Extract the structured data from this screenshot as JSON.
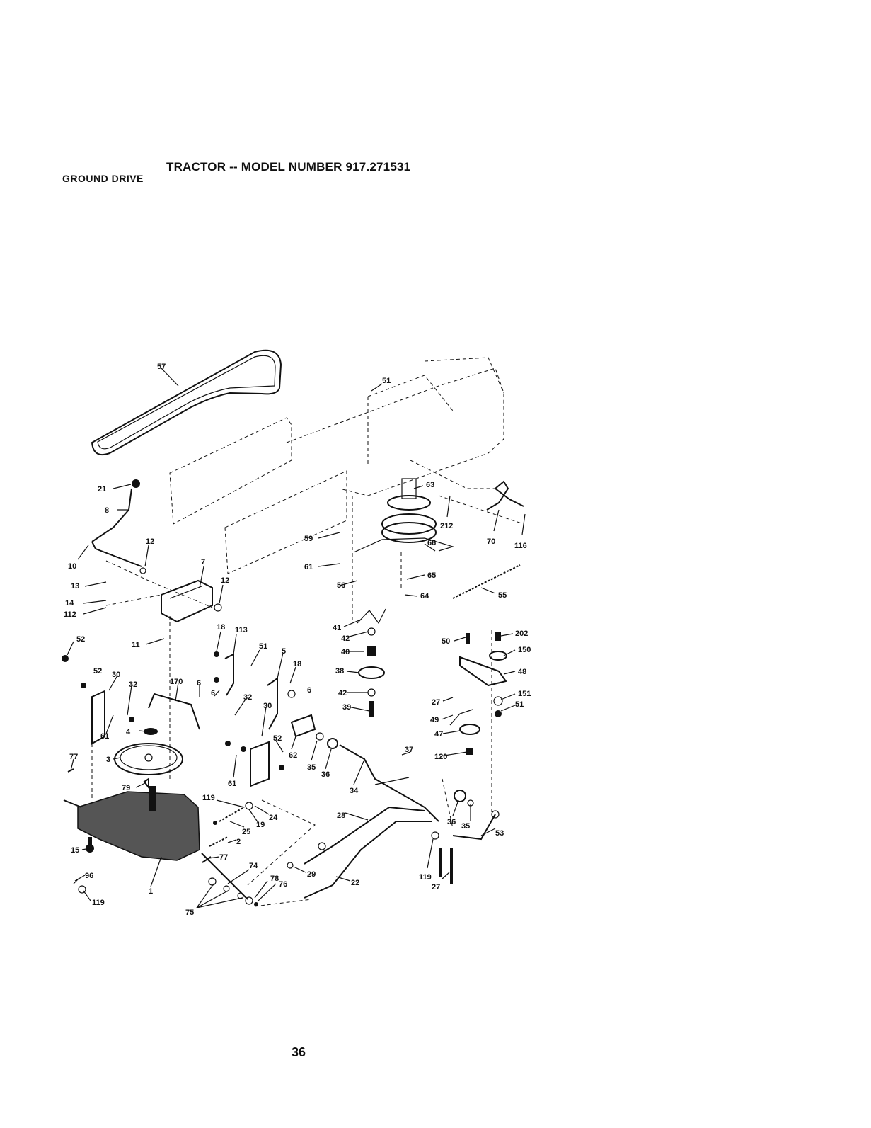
{
  "header": {
    "title": "TRACTOR -- MODEL NUMBER 917.271531",
    "subtitle": "GROUND DRIVE"
  },
  "footer": {
    "page_number": "36"
  },
  "callouts": [
    {
      "id": "c57",
      "label": "57"
    },
    {
      "id": "c51a",
      "label": "51"
    },
    {
      "id": "c21",
      "label": "21"
    },
    {
      "id": "c8",
      "label": "8"
    },
    {
      "id": "c63",
      "label": "63"
    },
    {
      "id": "c212",
      "label": "212"
    },
    {
      "id": "c70",
      "label": "70"
    },
    {
      "id": "c116",
      "label": "116"
    },
    {
      "id": "c12a",
      "label": "12"
    },
    {
      "id": "c7",
      "label": "7"
    },
    {
      "id": "c10",
      "label": "10"
    },
    {
      "id": "c59",
      "label": "59"
    },
    {
      "id": "c66",
      "label": "66"
    },
    {
      "id": "c61a",
      "label": "61"
    },
    {
      "id": "c65",
      "label": "65"
    },
    {
      "id": "c12b",
      "label": "12"
    },
    {
      "id": "c56",
      "label": "56"
    },
    {
      "id": "c64",
      "label": "64"
    },
    {
      "id": "c55",
      "label": "55"
    },
    {
      "id": "c13",
      "label": "13"
    },
    {
      "id": "c14",
      "label": "14"
    },
    {
      "id": "c112",
      "label": "112"
    },
    {
      "id": "c18a",
      "label": "18"
    },
    {
      "id": "c113",
      "label": "113"
    },
    {
      "id": "c41",
      "label": "41"
    },
    {
      "id": "c42a",
      "label": "42"
    },
    {
      "id": "c50",
      "label": "50"
    },
    {
      "id": "c202",
      "label": "202"
    },
    {
      "id": "c52a",
      "label": "52"
    },
    {
      "id": "c11",
      "label": "11"
    },
    {
      "id": "c51b",
      "label": "51"
    },
    {
      "id": "c40",
      "label": "40"
    },
    {
      "id": "c150",
      "label": "150"
    },
    {
      "id": "c5",
      "label": "5"
    },
    {
      "id": "c18b",
      "label": "18"
    },
    {
      "id": "c48",
      "label": "48"
    },
    {
      "id": "c52b",
      "label": "52"
    },
    {
      "id": "c30a",
      "label": "30"
    },
    {
      "id": "c38",
      "label": "38"
    },
    {
      "id": "c170",
      "label": "170"
    },
    {
      "id": "c6a",
      "label": "6"
    },
    {
      "id": "c32a",
      "label": "32"
    },
    {
      "id": "c6b",
      "label": "6"
    },
    {
      "id": "c6c",
      "label": "6"
    },
    {
      "id": "c42b",
      "label": "42"
    },
    {
      "id": "c151",
      "label": "151"
    },
    {
      "id": "c27a",
      "label": "27"
    },
    {
      "id": "c51c",
      "label": "51"
    },
    {
      "id": "c39",
      "label": "39"
    },
    {
      "id": "c49",
      "label": "49"
    },
    {
      "id": "c32b",
      "label": "32"
    },
    {
      "id": "c30b",
      "label": "30"
    },
    {
      "id": "c61b",
      "label": "61"
    },
    {
      "id": "c4",
      "label": "4"
    },
    {
      "id": "c47",
      "label": "47"
    },
    {
      "id": "c52c",
      "label": "52"
    },
    {
      "id": "c62",
      "label": "62"
    },
    {
      "id": "c3",
      "label": "3"
    },
    {
      "id": "c120",
      "label": "120"
    },
    {
      "id": "c35a",
      "label": "35"
    },
    {
      "id": "c36a",
      "label": "36"
    },
    {
      "id": "c77a",
      "label": "77"
    },
    {
      "id": "c37",
      "label": "37"
    },
    {
      "id": "c61c",
      "label": "61"
    },
    {
      "id": "c79",
      "label": "79"
    },
    {
      "id": "c34",
      "label": "34"
    },
    {
      "id": "c119a",
      "label": "119"
    },
    {
      "id": "c24",
      "label": "24"
    },
    {
      "id": "c19",
      "label": "19"
    },
    {
      "id": "c28",
      "label": "28"
    },
    {
      "id": "c25",
      "label": "25"
    },
    {
      "id": "c36b",
      "label": "36"
    },
    {
      "id": "c35b",
      "label": "35"
    },
    {
      "id": "c2",
      "label": "2"
    },
    {
      "id": "c15",
      "label": "15"
    },
    {
      "id": "c53",
      "label": "53"
    },
    {
      "id": "c77b",
      "label": "77"
    },
    {
      "id": "c74",
      "label": "74"
    },
    {
      "id": "c96",
      "label": "96"
    },
    {
      "id": "c29",
      "label": "29"
    },
    {
      "id": "c22",
      "label": "22"
    },
    {
      "id": "c119b",
      "label": "119"
    },
    {
      "id": "c27b",
      "label": "27"
    },
    {
      "id": "c1",
      "label": "1"
    },
    {
      "id": "c78a",
      "label": "78"
    },
    {
      "id": "c76",
      "label": "76"
    },
    {
      "id": "c119c",
      "label": "119"
    },
    {
      "id": "c75",
      "label": "75"
    }
  ]
}
